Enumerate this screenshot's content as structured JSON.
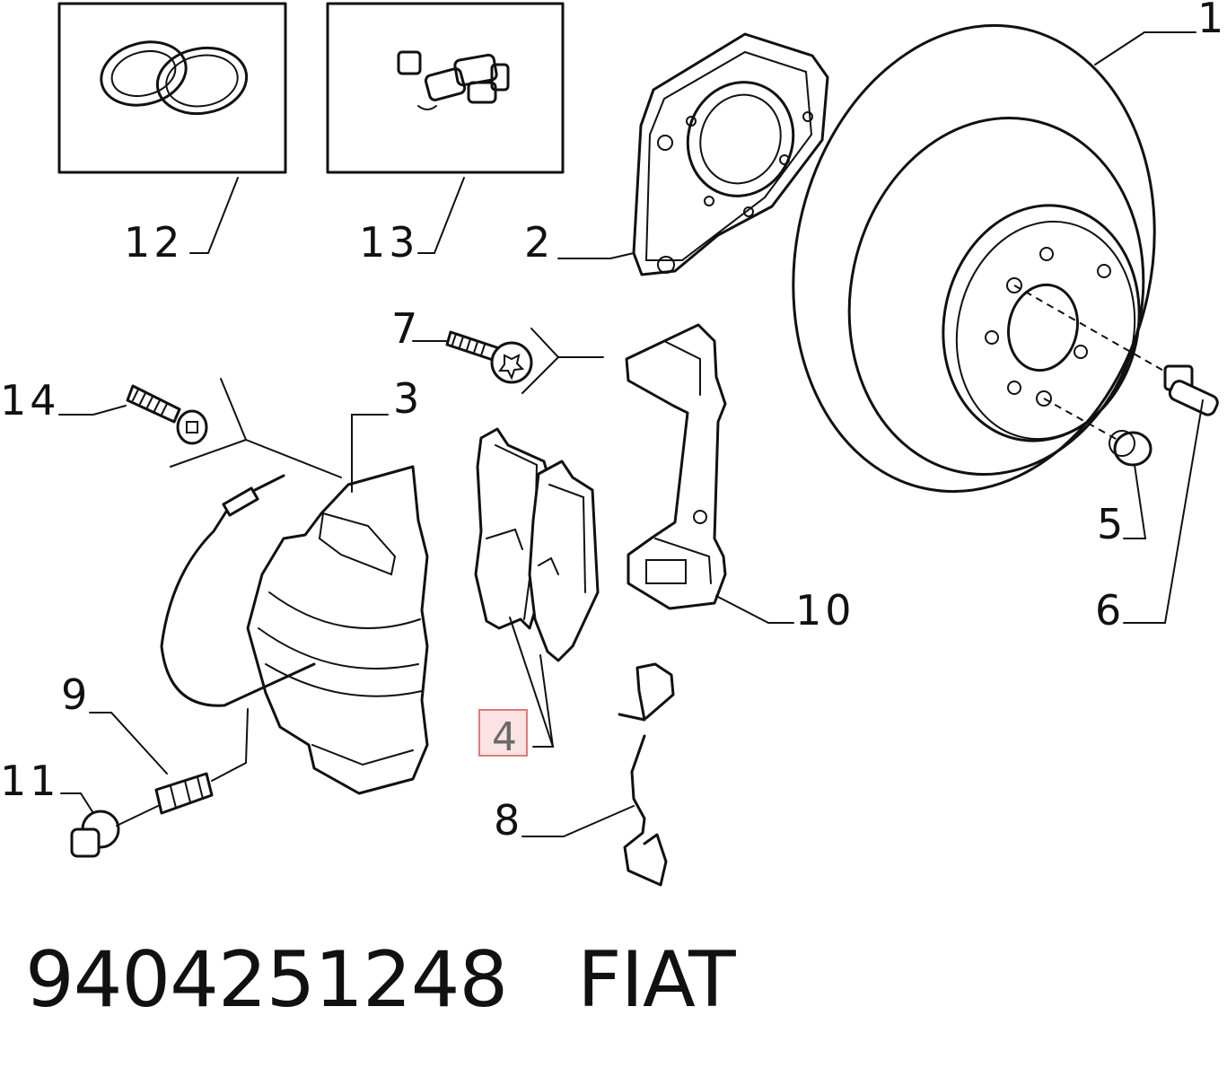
{
  "callouts": {
    "c1": "1",
    "c2": "2",
    "c3": "3",
    "c4": "4",
    "c5": "5",
    "c6": "6",
    "c7": "7",
    "c8": "8",
    "c9": "9",
    "c10": "10",
    "c11": "11",
    "c12": "12",
    "c13": "13",
    "c14": "14"
  },
  "caption": {
    "part_number": "9404251248",
    "brand": "FIAT"
  },
  "colors": {
    "line": "#111111",
    "highlight_border": "#e07a7a",
    "highlight_fill": "#fbe3e3",
    "highlight_text": "#6a6a6a"
  }
}
